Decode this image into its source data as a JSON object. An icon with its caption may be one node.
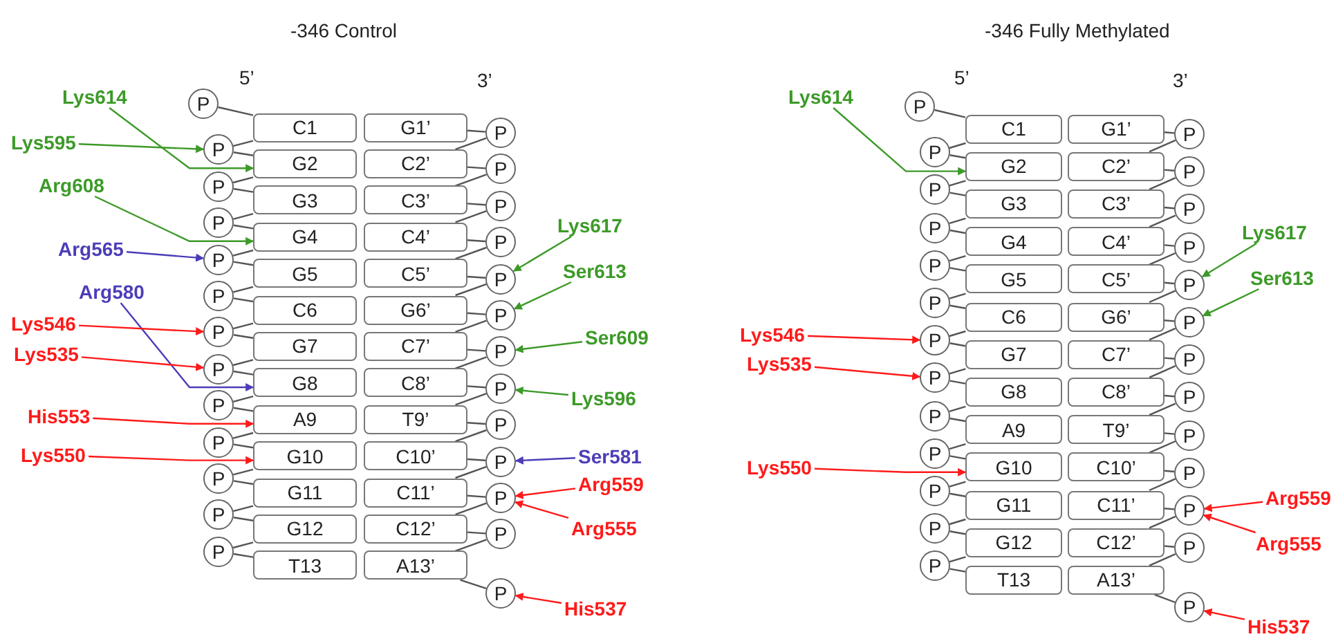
{
  "diagram": {
    "nodes": [
      {
        "text": [
          "P"
        ]
      },
      {
        "text": [
          "P"
        ]
      },
      {
        "text": [
          "P"
        ]
      },
      {
        "text": [
          "P"
        ]
      },
      {
        "text": [
          "P"
        ]
      },
      {
        "text": [
          "P"
        ]
      },
      {
        "text": [
          "P"
        ]
      },
      {
        "text": [
          "P"
        ]
      },
      {
        "text": [
          "P"
        ]
      },
      {
        "text": [
          "P"
        ]
      },
      {
        "text": [
          "P"
        ]
      },
      {
        "text": [
          "P"
        ]
      },
      {
        "text": [
          "P"
        ]
      },
      {
        "text": [
          "C1"
        ]
      },
      {
        "text": [
          "G2"
        ]
      },
      {
        "text": [
          "G3"
        ]
      },
      {
        "text": [
          "G4"
        ]
      },
      {
        "text": [
          "G5"
        ]
      },
      {
        "text": [
          "C6"
        ]
      },
      {
        "text": [
          "G7"
        ]
      },
      {
        "text": [
          "G8"
        ]
      },
      {
        "text": [
          "A9"
        ]
      },
      {
        "text": [
          "G10"
        ]
      },
      {
        "text": [
          "G11"
        ]
      },
      {
        "text": [
          "G12"
        ]
      },
      {
        "text": [
          "T13"
        ]
      },
      {
        "text": [
          "G1’"
        ]
      },
      {
        "text": [
          "C2’"
        ]
      },
      {
        "text": [
          "C3’"
        ]
      },
      {
        "text": [
          "C4’"
        ]
      },
      {
        "text": [
          "C5’"
        ]
      },
      {
        "text": [
          "G6’"
        ]
      },
      {
        "text": [
          "C7’"
        ]
      },
      {
        "text": [
          "C8’"
        ]
      },
      {
        "text": [
          "T9’"
        ]
      },
      {
        "text": [
          "C10’"
        ]
      },
      {
        "text": [
          "C11’"
        ]
      },
      {
        "text": [
          "C12’"
        ]
      },
      {
        "text": [
          "A13’"
        ]
      },
      {
        "text": [
          "P"
        ]
      },
      {
        "text": [
          "P"
        ]
      },
      {
        "text": [
          "P"
        ]
      },
      {
        "text": [
          "P"
        ]
      },
      {
        "text": [
          "P"
        ]
      },
      {
        "text": [
          "P"
        ]
      },
      {
        "text": [
          "P"
        ]
      },
      {
        "text": [
          "P"
        ]
      },
      {
        "text": [
          "P"
        ]
      },
      {
        "text": [
          "P"
        ]
      },
      {
        "text": [
          "P"
        ]
      },
      {
        "text": [
          "P"
        ]
      },
      {
        "text": [
          "P"
        ]
      },
      {
        "text": [
          "Lys614"
        ]
      },
      {
        "text": [
          "Lys595"
        ]
      },
      {
        "text": [
          "Arg608"
        ]
      },
      {
        "text": [
          "Lys617"
        ]
      },
      {
        "text": [
          "Arg565"
        ]
      },
      {
        "text": [
          "Ser613"
        ]
      },
      {
        "text": [
          "Arg580"
        ]
      },
      {
        "text": [
          "Lys546"
        ]
      },
      {
        "text": [
          "Ser609"
        ]
      },
      {
        "text": [
          "Lys535"
        ]
      },
      {
        "text": [
          "Lys596"
        ]
      },
      {
        "text": [
          "His553"
        ]
      },
      {
        "text": [
          "Lys550"
        ]
      },
      {
        "text": [
          "Ser581"
        ]
      },
      {
        "text": [
          "Arg559"
        ]
      },
      {
        "text": [
          "Arg555"
        ]
      },
      {
        "text": [
          "His537"
        ]
      },
      {
        "text": [
          "P"
        ]
      },
      {
        "text": [
          "P"
        ]
      },
      {
        "text": [
          "P"
        ]
      },
      {
        "text": [
          "P"
        ]
      },
      {
        "text": [
          "P"
        ]
      },
      {
        "text": [
          "P"
        ]
      },
      {
        "text": [
          "P"
        ]
      },
      {
        "text": [
          "P"
        ]
      },
      {
        "text": [
          "P"
        ]
      },
      {
        "text": [
          "P"
        ]
      },
      {
        "text": [
          "P"
        ]
      },
      {
        "text": [
          "P"
        ]
      },
      {
        "text": [
          "P"
        ]
      },
      {
        "text": [
          "C1"
        ]
      },
      {
        "text": [
          "G2"
        ]
      },
      {
        "text": [
          "G3"
        ]
      },
      {
        "text": [
          "G4"
        ]
      },
      {
        "text": [
          "G5"
        ]
      },
      {
        "text": [
          "C6"
        ]
      },
      {
        "text": [
          "G7"
        ]
      },
      {
        "text": [
          "G8"
        ]
      },
      {
        "text": [
          "A9"
        ]
      },
      {
        "text": [
          "G10"
        ]
      },
      {
        "text": [
          "G11"
        ]
      },
      {
        "text": [
          "G12"
        ]
      },
      {
        "text": [
          "T13"
        ]
      },
      {
        "text": [
          "G1’"
        ]
      },
      {
        "text": [
          "C2’"
        ]
      },
      {
        "text": [
          "C3’"
        ]
      },
      {
        "text": [
          "C4’"
        ]
      },
      {
        "text": [
          "C5’"
        ]
      },
      {
        "text": [
          "G6’"
        ]
      },
      {
        "text": [
          "C7’"
        ]
      },
      {
        "text": [
          "C8’"
        ]
      },
      {
        "text": [
          "T9’"
        ]
      },
      {
        "text": [
          "C10’"
        ]
      },
      {
        "text": [
          "C11’"
        ]
      },
      {
        "text": [
          "C12’"
        ]
      },
      {
        "text": [
          "A13’"
        ]
      },
      {
        "text": [
          "P"
        ]
      },
      {
        "text": [
          "P"
        ]
      },
      {
        "text": [
          "P"
        ]
      },
      {
        "text": [
          "P"
        ]
      },
      {
        "text": [
          "P"
        ]
      },
      {
        "text": [
          "P"
        ]
      },
      {
        "text": [
          "P"
        ]
      },
      {
        "text": [
          "P"
        ]
      },
      {
        "text": [
          "P"
        ]
      },
      {
        "text": [
          "P"
        ]
      },
      {
        "text": [
          "P"
        ]
      },
      {
        "text": [
          "P"
        ]
      },
      {
        "text": [
          "P"
        ]
      },
      {
        "text": [
          "Lys614"
        ]
      },
      {
        "text": [
          "Lys617"
        ]
      },
      {
        "text": [
          "Ser613"
        ]
      },
      {
        "text": [
          "Lys546"
        ]
      },
      {
        "text": [
          "Lys535"
        ]
      },
      {
        "text": [
          "Lys550"
        ]
      },
      {
        "text": [
          "Arg559"
        ]
      },
      {
        "text": [
          "Arg555"
        ]
      },
      {
        "text": [
          "His537"
        ]
      }
    ],
    "edges": [
      {
        "from": 0,
        "to": 13,
        "arrow": "none"
      },
      {
        "from": 13,
        "to": 1,
        "arrow": "none"
      },
      {
        "from": 1,
        "to": 14,
        "arrow": "none"
      },
      {
        "from": 14,
        "to": 2,
        "arrow": "none"
      },
      {
        "from": 2,
        "to": 15,
        "arrow": "none"
      },
      {
        "from": 15,
        "to": 3,
        "arrow": "none"
      },
      {
        "from": 3,
        "to": 16,
        "arrow": "none"
      },
      {
        "from": 16,
        "to": 4,
        "arrow": "none"
      },
      {
        "from": 4,
        "to": 17,
        "arrow": "none"
      },
      {
        "from": 17,
        "to": 5,
        "arrow": "none"
      },
      {
        "from": 5,
        "to": 18,
        "arrow": "none"
      },
      {
        "from": 18,
        "to": 6,
        "arrow": "none"
      },
      {
        "from": 6,
        "to": 19,
        "arrow": "none"
      },
      {
        "from": 19,
        "to": 7,
        "arrow": "none"
      },
      {
        "from": 7,
        "to": 20,
        "arrow": "none"
      },
      {
        "from": 20,
        "to": 8,
        "arrow": "none"
      },
      {
        "from": 8,
        "to": 21,
        "arrow": "none"
      },
      {
        "from": 21,
        "to": 9,
        "arrow": "none"
      },
      {
        "from": 9,
        "to": 22,
        "arrow": "none"
      },
      {
        "from": 22,
        "to": 10,
        "arrow": "none"
      },
      {
        "from": 10,
        "to": 23,
        "arrow": "none"
      },
      {
        "from": 23,
        "to": 11,
        "arrow": "none"
      },
      {
        "from": 11,
        "to": 24,
        "arrow": "none"
      },
      {
        "from": 24,
        "to": 12,
        "arrow": "none"
      },
      {
        "from": 12,
        "to": 25,
        "arrow": "none"
      },
      {
        "from": 26,
        "to": 39,
        "arrow": "none"
      },
      {
        "from": 27,
        "to": 39,
        "arrow": "none"
      },
      {
        "from": 27,
        "to": 40,
        "arrow": "none"
      },
      {
        "from": 28,
        "to": 40,
        "arrow": "none"
      },
      {
        "from": 28,
        "to": 41,
        "arrow": "none"
      },
      {
        "from": 29,
        "to": 41,
        "arrow": "none"
      },
      {
        "from": 29,
        "to": 42,
        "arrow": "none"
      },
      {
        "from": 30,
        "to": 42,
        "arrow": "none"
      },
      {
        "from": 30,
        "to": 43,
        "arrow": "none"
      },
      {
        "from": 31,
        "to": 43,
        "arrow": "none"
      },
      {
        "from": 31,
        "to": 44,
        "arrow": "none"
      },
      {
        "from": 32,
        "to": 44,
        "arrow": "none"
      },
      {
        "from": 32,
        "to": 45,
        "arrow": "none"
      },
      {
        "from": 33,
        "to": 45,
        "arrow": "none"
      },
      {
        "from": 33,
        "to": 46,
        "arrow": "none"
      },
      {
        "from": 34,
        "to": 46,
        "arrow": "none"
      },
      {
        "from": 34,
        "to": 47,
        "arrow": "none"
      },
      {
        "from": 35,
        "to": 47,
        "arrow": "none"
      },
      {
        "from": 35,
        "to": 48,
        "arrow": "none"
      },
      {
        "from": 36,
        "to": 48,
        "arrow": "none"
      },
      {
        "from": 36,
        "to": 49,
        "arrow": "none"
      },
      {
        "from": 37,
        "to": 49,
        "arrow": "none"
      },
      {
        "from": 37,
        "to": 50,
        "arrow": "none"
      },
      {
        "from": 38,
        "to": 50,
        "arrow": "none"
      },
      {
        "from": 38,
        "to": 51,
        "arrow": "none"
      },
      {
        "from": 52,
        "to": 14,
        "arrow": "to",
        "color": "#3c9a28"
      },
      {
        "from": 53,
        "to": 1,
        "arrow": "to",
        "color": "#3c9a28"
      },
      {
        "from": 54,
        "to": 16,
        "arrow": "to",
        "color": "#3c9a28"
      },
      {
        "from": 55,
        "to": 43,
        "arrow": "to",
        "color": "#3c9a28"
      },
      {
        "from": 56,
        "to": 4,
        "arrow": "to",
        "color": "#4b3db8"
      },
      {
        "from": 57,
        "to": 44,
        "arrow": "to",
        "color": "#3c9a28"
      },
      {
        "from": 58,
        "to": 20,
        "arrow": "to",
        "color": "#4b3db8"
      },
      {
        "from": 59,
        "to": 6,
        "arrow": "to",
        "color": "#ff1a1a"
      },
      {
        "from": 60,
        "to": 45,
        "arrow": "to",
        "color": "#3c9a28"
      },
      {
        "from": 61,
        "to": 7,
        "arrow": "to",
        "color": "#ff1a1a"
      },
      {
        "from": 62,
        "to": 46,
        "arrow": "to",
        "color": "#3c9a28"
      },
      {
        "from": 63,
        "to": 21,
        "arrow": "to",
        "color": "#ff1a1a"
      },
      {
        "from": 64,
        "to": 22,
        "arrow": "to",
        "color": "#ff1a1a"
      },
      {
        "from": 65,
        "to": 48,
        "arrow": "to",
        "color": "#4b3db8"
      },
      {
        "from": 66,
        "to": 49,
        "arrow": "to",
        "color": "#ff1a1a"
      },
      {
        "from": 67,
        "to": 49,
        "arrow": "to",
        "color": "#ff1a1a"
      },
      {
        "from": 68,
        "to": 51,
        "arrow": "to",
        "color": "#ff1a1a"
      },
      {
        "from": 69,
        "to": 82,
        "arrow": "none"
      },
      {
        "from": 82,
        "to": 70,
        "arrow": "none"
      },
      {
        "from": 70,
        "to": 83,
        "arrow": "none"
      },
      {
        "from": 83,
        "to": 71,
        "arrow": "none"
      },
      {
        "from": 71,
        "to": 84,
        "arrow": "none"
      },
      {
        "from": 84,
        "to": 72,
        "arrow": "none"
      },
      {
        "from": 72,
        "to": 85,
        "arrow": "none"
      },
      {
        "from": 85,
        "to": 73,
        "arrow": "none"
      },
      {
        "from": 73,
        "to": 86,
        "arrow": "none"
      },
      {
        "from": 86,
        "to": 74,
        "arrow": "none"
      },
      {
        "from": 74,
        "to": 87,
        "arrow": "none"
      },
      {
        "from": 87,
        "to": 75,
        "arrow": "none"
      },
      {
        "from": 75,
        "to": 88,
        "arrow": "none"
      },
      {
        "from": 88,
        "to": 76,
        "arrow": "none"
      },
      {
        "from": 76,
        "to": 89,
        "arrow": "none"
      },
      {
        "from": 89,
        "to": 77,
        "arrow": "none"
      },
      {
        "from": 77,
        "to": 90,
        "arrow": "none"
      },
      {
        "from": 90,
        "to": 78,
        "arrow": "none"
      },
      {
        "from": 78,
        "to": 91,
        "arrow": "none"
      },
      {
        "from": 91,
        "to": 79,
        "arrow": "none"
      },
      {
        "from": 79,
        "to": 92,
        "arrow": "none"
      },
      {
        "from": 92,
        "to": 80,
        "arrow": "none"
      },
      {
        "from": 80,
        "to": 93,
        "arrow": "none"
      },
      {
        "from": 93,
        "to": 81,
        "arrow": "none"
      },
      {
        "from": 81,
        "to": 94,
        "arrow": "none"
      },
      {
        "from": 95,
        "to": 108,
        "arrow": "none"
      },
      {
        "from": 96,
        "to": 108,
        "arrow": "none"
      },
      {
        "from": 96,
        "to": 109,
        "arrow": "none"
      },
      {
        "from": 97,
        "to": 109,
        "arrow": "none"
      },
      {
        "from": 97,
        "to": 110,
        "arrow": "none"
      },
      {
        "from": 98,
        "to": 110,
        "arrow": "none"
      },
      {
        "from": 98,
        "to": 111,
        "arrow": "none"
      },
      {
        "from": 99,
        "to": 111,
        "arrow": "none"
      },
      {
        "from": 99,
        "to": 112,
        "arrow": "none"
      },
      {
        "from": 100,
        "to": 112,
        "arrow": "none"
      },
      {
        "from": 100,
        "to": 113,
        "arrow": "none"
      },
      {
        "from": 101,
        "to": 113,
        "arrow": "none"
      },
      {
        "from": 101,
        "to": 114,
        "arrow": "none"
      },
      {
        "from": 102,
        "to": 114,
        "arrow": "none"
      },
      {
        "from": 102,
        "to": 115,
        "arrow": "none"
      },
      {
        "from": 103,
        "to": 115,
        "arrow": "none"
      },
      {
        "from": 103,
        "to": 116,
        "arrow": "none"
      },
      {
        "from": 104,
        "to": 116,
        "arrow": "none"
      },
      {
        "from": 104,
        "to": 117,
        "arrow": "none"
      },
      {
        "from": 105,
        "to": 117,
        "arrow": "none"
      },
      {
        "from": 105,
        "to": 118,
        "arrow": "none"
      },
      {
        "from": 106,
        "to": 118,
        "arrow": "none"
      },
      {
        "from": 106,
        "to": 119,
        "arrow": "none"
      },
      {
        "from": 107,
        "to": 119,
        "arrow": "none"
      },
      {
        "from": 107,
        "to": 120,
        "arrow": "none"
      },
      {
        "from": 121,
        "to": 83,
        "arrow": "to",
        "color": "#3c9a28"
      },
      {
        "from": 122,
        "to": 112,
        "arrow": "to",
        "color": "#3c9a28"
      },
      {
        "from": 123,
        "to": 113,
        "arrow": "to",
        "color": "#3c9a28"
      },
      {
        "from": 124,
        "to": 75,
        "arrow": "to",
        "color": "#ff1a1a"
      },
      {
        "from": 125,
        "to": 76,
        "arrow": "to",
        "color": "#ff1a1a"
      },
      {
        "from": 126,
        "to": 91,
        "arrow": "to",
        "color": "#ff1a1a"
      },
      {
        "from": 127,
        "to": 118,
        "arrow": "to",
        "color": "#ff1a1a"
      },
      {
        "from": 128,
        "to": 118,
        "arrow": "to",
        "color": "#ff1a1a"
      },
      {
        "from": 129,
        "to": 120,
        "arrow": "to",
        "color": "#ff1a1a"
      }
    ],
    "labels": [
      "-346 Control",
      "5’",
      "3’",
      "-346 Fully Methylated",
      "5’",
      "3’"
    ]
  }
}
